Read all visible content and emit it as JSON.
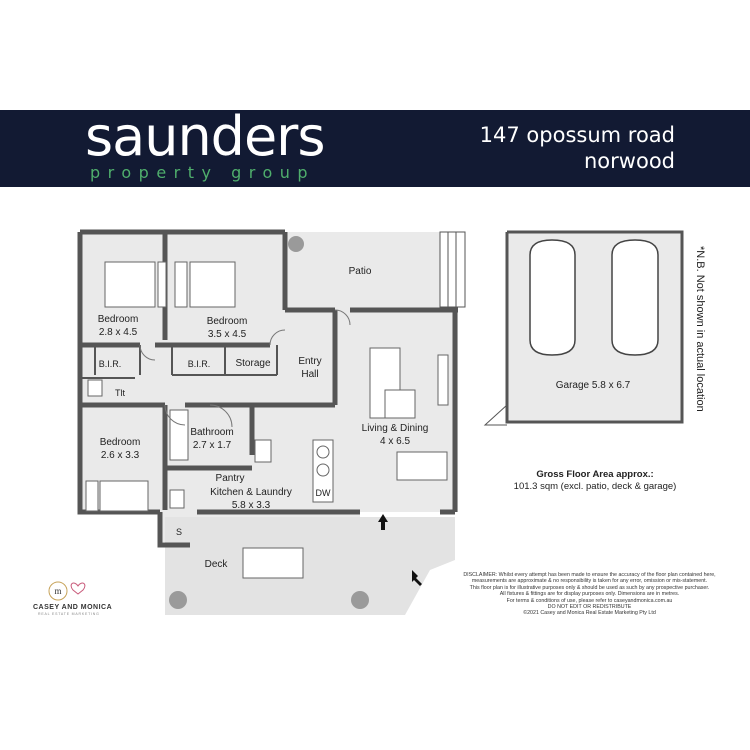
{
  "header": {
    "brand": "saunders",
    "tagline": "property group",
    "address_line1": "147 opossum road",
    "address_line2": "norwood",
    "brand_bg": "#121a33",
    "tagline_color": "#4fae6c"
  },
  "rooms": {
    "bedroom1": {
      "name": "Bedroom",
      "size": "2.8 x 4.5"
    },
    "bedroom2": {
      "name": "Bedroom",
      "size": "3.5 x 4.5"
    },
    "bedroom3": {
      "name": "Bedroom",
      "size": "2.6 x 3.3"
    },
    "bir1": "B.I.R.",
    "bir2": "B.I.R.",
    "storage": "Storage",
    "entry": {
      "line1": "Entry",
      "line2": "Hall"
    },
    "tlt": "Tlt",
    "bathroom": {
      "name": "Bathroom",
      "size": "2.7 x 1.7"
    },
    "pantry": "Pantry",
    "kitchen": {
      "name": "Kitchen & Laundry",
      "size": "5.8 x 3.3"
    },
    "dw": "DW",
    "living": {
      "name": "Living & Dining",
      "size": "4 x 6.5"
    },
    "patio": "Patio",
    "deck": "Deck",
    "s": "S",
    "garage": "Garage 5.8 x 6.7"
  },
  "notes": {
    "gfa_title": "Gross Floor Area approx.:",
    "gfa_value": "101.3 sqm (excl. patio, deck & garage)",
    "nb": "*N.B. Not shown in actual location",
    "disclaimer": [
      "DISCLAIMER: Whilst every attempt has been made to ensure the accuracy of the floor plan contained here,",
      "measurements are approximate & no responsibility is taken for any error, omission or mis-statement.",
      "This floor plan is for illustrative purposes only & should be used as such by any prospective purchaser.",
      "All fixtures & fittings are for display purposes only. Dimensions are in metres.",
      "For terms & conditions of use, please refer to caseyandmonica.com.au",
      "DO NOT EDIT OR REDISTRIBUTE",
      "©2021 Casey and Monica Real Estate Marketing Pty Ltd"
    ]
  },
  "logo": {
    "name": "CASEY AND MONICA",
    "sub": "REAL ESTATE MARKETING"
  },
  "colors": {
    "wall": "#555555",
    "floor": "#eaeaea",
    "deck": "#e3e3e3"
  }
}
